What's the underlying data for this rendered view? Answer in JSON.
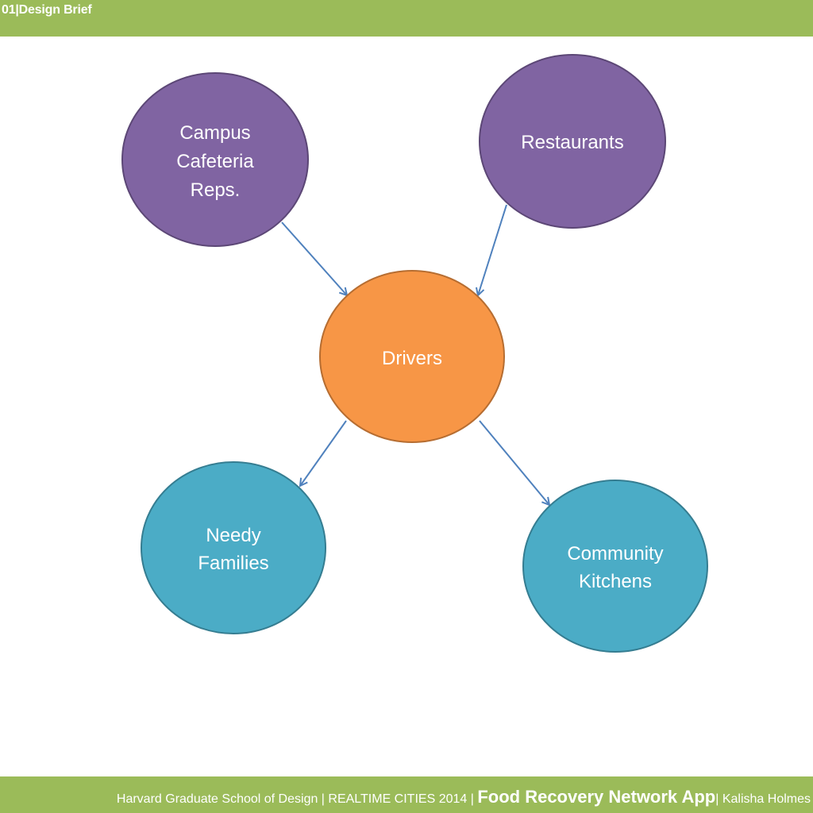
{
  "header": {
    "title": "01|Design Brief"
  },
  "diagram": {
    "nodes": {
      "campus": {
        "lines": [
          "Campus",
          "Cafeteria",
          "Reps."
        ]
      },
      "restaurants": {
        "lines": [
          "Restaurants"
        ]
      },
      "drivers": {
        "lines": [
          "Drivers"
        ]
      },
      "needy": {
        "lines": [
          "Needy",
          "Families"
        ]
      },
      "community": {
        "lines": [
          "Community",
          "Kitchens"
        ]
      }
    },
    "colors": {
      "source": "#8064a2",
      "source_stroke": "#5c4776",
      "hub": "#f79646",
      "hub_stroke": "#b66d31",
      "destination": "#4bacc6",
      "destination_stroke": "#357d91",
      "arrow": "#4f81bd"
    }
  },
  "footer": {
    "part1": "Harvard Graduate School of Design | REALTIME CITIES 2014 | ",
    "app_name": "Food Recovery Network App",
    "part2": "| Kalisha Holmes"
  },
  "colors": {
    "bar": "#9bbb59"
  }
}
